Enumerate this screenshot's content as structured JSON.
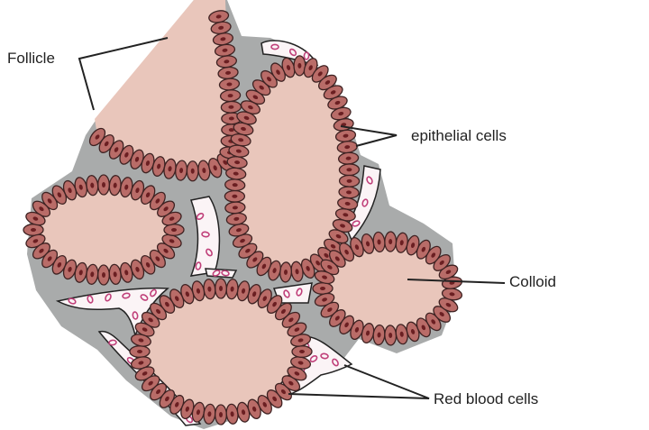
{
  "labels": {
    "follicle": "Follicle",
    "epithelial": "epithelial  cells",
    "colloid": "Colloid",
    "rbc": "Red blood cells"
  },
  "colors": {
    "stroma": "#a9abab",
    "colloid": "#e9c6bb",
    "cell": "#b96c68",
    "cell_outline": "#3e2222",
    "nucleus": "#6b1f22",
    "vessel": "#fbf4f6",
    "rbc": "#c0407a"
  }
}
